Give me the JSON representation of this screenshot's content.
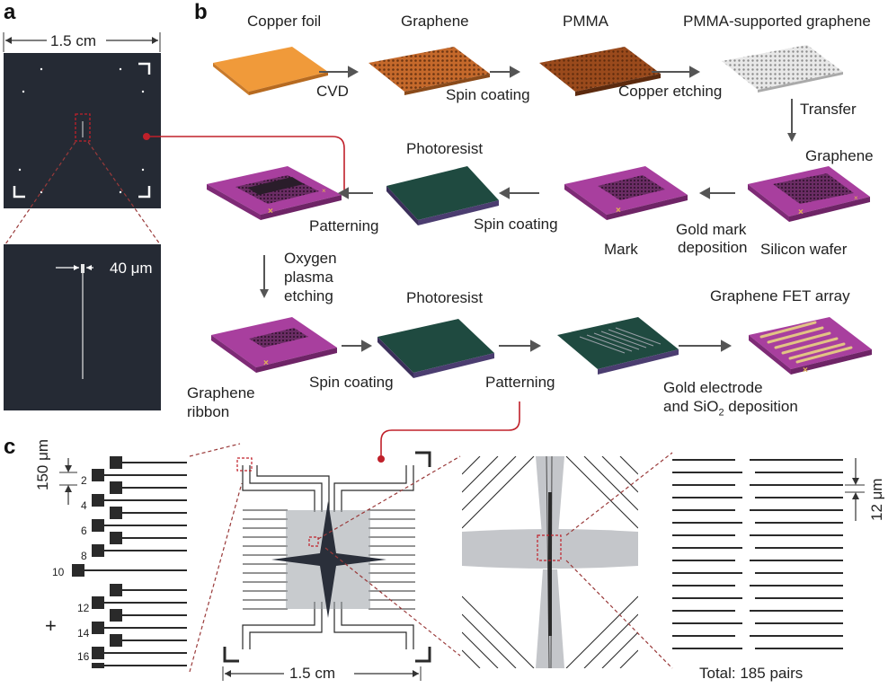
{
  "panel_labels": {
    "a": "a",
    "b": "b",
    "c": "c"
  },
  "panel_a": {
    "width_label": "1.5 cm",
    "gap_label": "40 μm"
  },
  "panel_b": {
    "row1": {
      "copper_foil": "Copper foil",
      "graphene": "Graphene",
      "pmma": "PMMA",
      "pmma_graphene": "PMMA-supported graphene",
      "cvd": "CVD",
      "spin_coating": "Spin coating",
      "copper_etching": "Copper etching",
      "transfer": "Transfer"
    },
    "row2": {
      "graphene": "Graphene",
      "silicon_wafer": "Silicon wafer",
      "gold_mark_1": "Gold mark",
      "gold_mark_2": "deposition",
      "mark": "Mark",
      "spin_coating": "Spin coating",
      "photoresist": "Photoresist",
      "patterning": "Patterning"
    },
    "oxygen": {
      "line1": "Oxygen",
      "line2": "plasma",
      "line3": "etching"
    },
    "row3": {
      "graphene_ribbon_1": "Graphene",
      "graphene_ribbon_2": "ribbon",
      "spin_coating": "Spin coating",
      "photoresist": "Photoresist",
      "patterning": "Patterning",
      "gold_electrode_1": "Gold electrode",
      "gold_electrode_2": "and SiO",
      "gold_electrode_sub": "2",
      "gold_electrode_3": " deposition",
      "fet_array": "Graphene FET array"
    }
  },
  "panel_c": {
    "pitch_label": "150 μm",
    "gap_label": "12 μm",
    "width_label": "1.5 cm",
    "total_label": "Total: 185 pairs",
    "plus": "+",
    "pad_numbers": [
      "2",
      "4",
      "6",
      "8",
      "10",
      "12",
      "14",
      "16"
    ]
  },
  "colors": {
    "copper": "#e88a2c",
    "graphene_copper": "#b85f22",
    "pmma": "#8c4318",
    "wafer": "#a73f9e",
    "photoresist": "#1f4a40",
    "dark_panel": "#252a34",
    "red_accent": "#c0202a",
    "arrow": "#555555",
    "gold": "#e2b553"
  }
}
